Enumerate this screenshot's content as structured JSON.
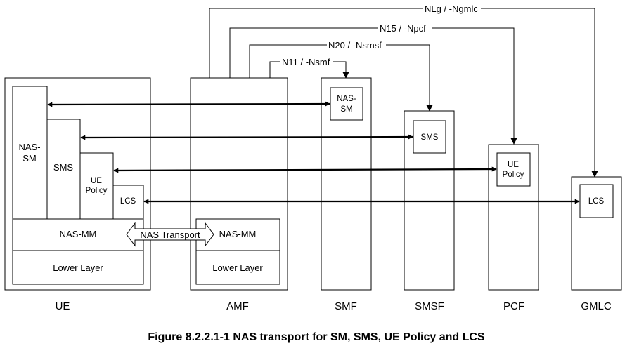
{
  "diagram": {
    "caption": "Figure 8.2.2.1-1 NAS transport for SM, SMS, UE Policy and LCS",
    "nodes": {
      "ue": "UE",
      "amf": "AMF",
      "smf": "SMF",
      "smsf": "SMSF",
      "pcf": "PCF",
      "gmlc": "GMLC"
    },
    "ue_stack": {
      "nas_sm_1": "NAS-",
      "nas_sm_2": "SM",
      "sms": "SMS",
      "ue_policy_1": "UE",
      "ue_policy_2": "Policy",
      "lcs": "LCS",
      "nas_mm": "NAS-MM",
      "lower_layer": "Lower Layer"
    },
    "amf_stack": {
      "nas_mm": "NAS-MM",
      "lower_layer": "Lower Layer"
    },
    "nas_transport": "NAS Transport",
    "smf_inner_1": "NAS-",
    "smf_inner_2": "SM",
    "smsf_inner": "SMS",
    "pcf_inner_1": "UE",
    "pcf_inner_2": "Policy",
    "gmlc_inner": "LCS",
    "interfaces": {
      "n11": "N11 / -Nsmf",
      "n20": "N20 / -Nsmsf",
      "n15": "N15 / -Npcf",
      "nlg": "NLg / -Ngmlc"
    }
  }
}
